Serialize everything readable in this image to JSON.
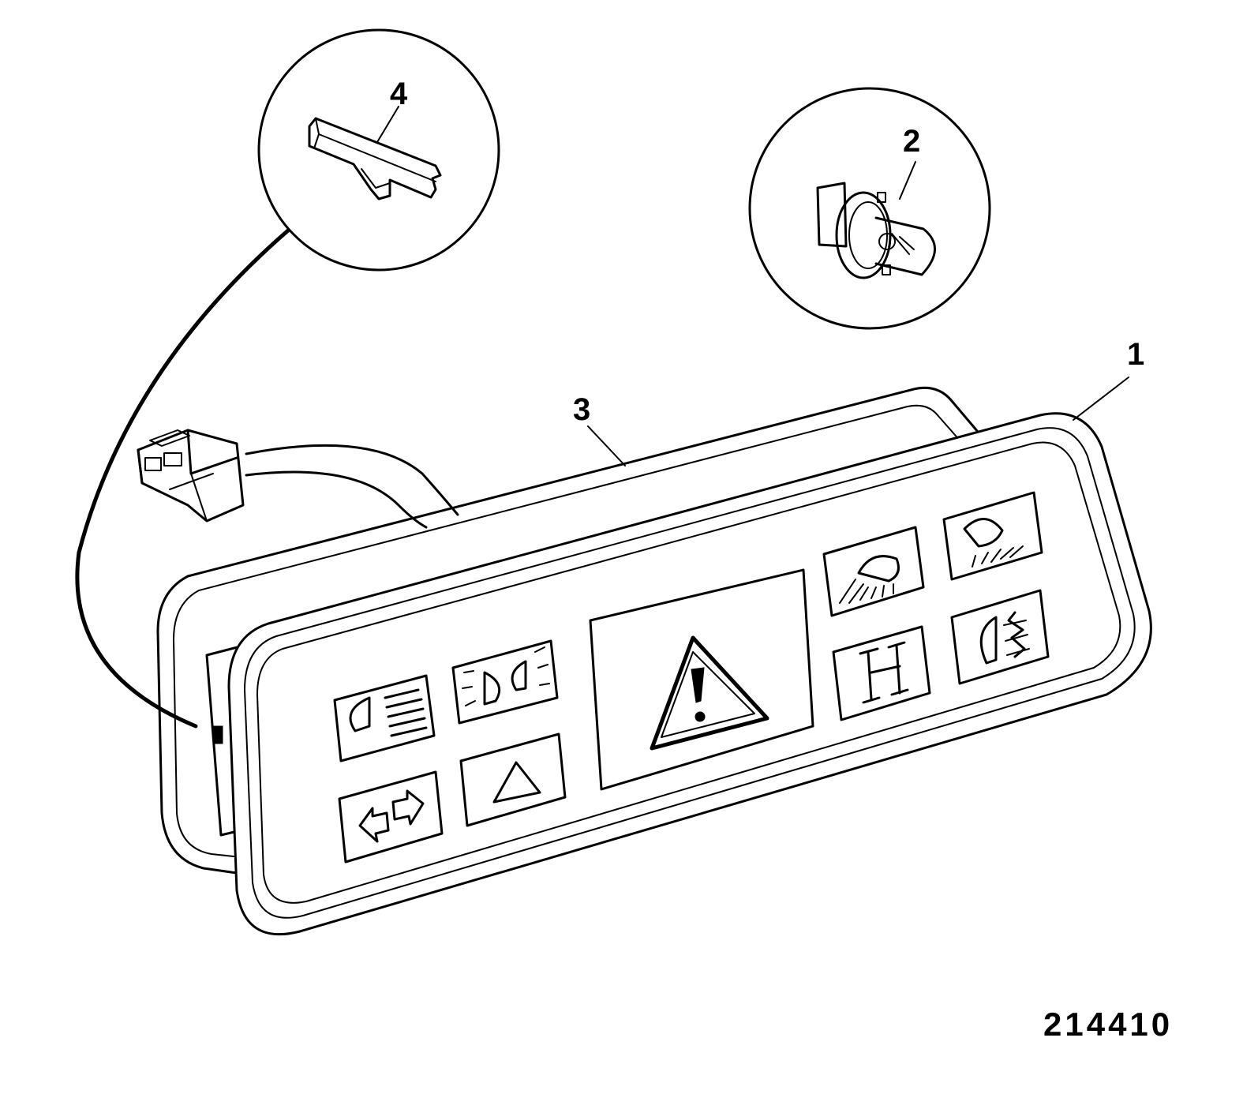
{
  "callouts": {
    "panel": "1",
    "bulb": "2",
    "gasket": "3",
    "clip": "4"
  },
  "figure_number": "214410",
  "panel_icons": [
    "main-beam-icon",
    "side-lights-icon",
    "hazard-warning-icon",
    "work-lights-rear-icon",
    "work-lights-front-icon",
    "indicators-icon",
    "warning-triangle-icon",
    "axle-lock-icon",
    "rear-fog-icon"
  ]
}
